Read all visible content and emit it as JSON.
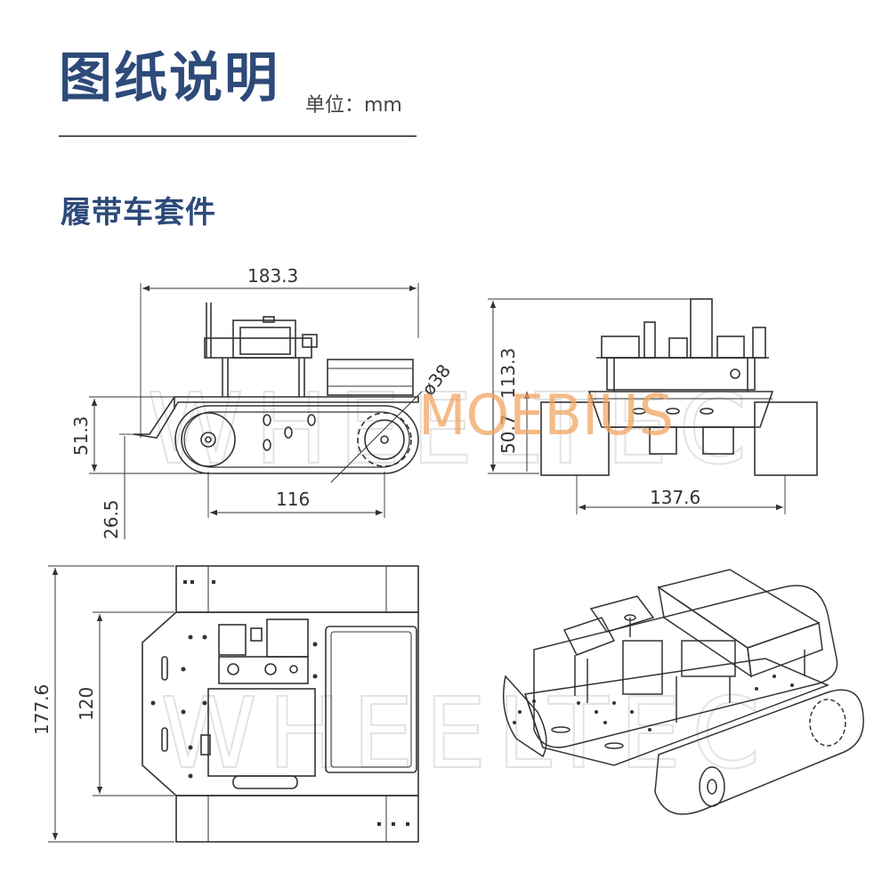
{
  "header": {
    "title": "图纸说明",
    "unit_label": "单位：mm",
    "subtitle": "履带车套件"
  },
  "colors": {
    "title": "#2d4a79",
    "brand_watermark": "#f2a561",
    "line": "#333333",
    "watermark": "#e3e3e3"
  },
  "watermarks": {
    "wheeltec": "WHEELTEC",
    "moebius": "MOEBIUS"
  },
  "side_view": {
    "length_total": "183.3",
    "height_track": "51.3",
    "ground_clearance": "26.5",
    "wheelbase": "116",
    "sprocket_diameter": "ø38"
  },
  "front_view": {
    "height_total": "113.3",
    "height_body": "50.7",
    "track_width": "137.6"
  },
  "top_view": {
    "overall_width": "177.6",
    "inner_width": "120"
  }
}
